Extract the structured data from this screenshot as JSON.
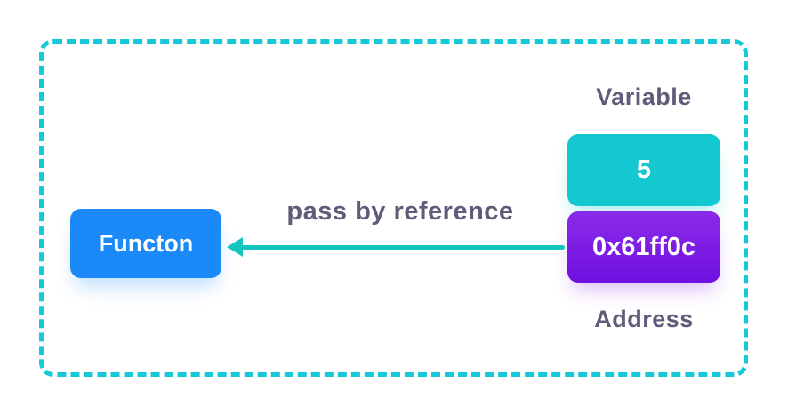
{
  "diagram": {
    "variable_label": "Variable",
    "value_text": "5",
    "address_value": "0x61ff0c",
    "address_label": "Address",
    "function_label": "Functon",
    "arrow_label": "pass by reference"
  },
  "colors": {
    "background": "#ffffff",
    "frame_border": "#15c9d8",
    "value_box": "#14c8d2",
    "address_box_top": "#8a2be8",
    "address_box_bottom": "#7010e0",
    "function_box": "#1b89f7",
    "label_text": "#5e5c78",
    "arrow": "#14c4c0",
    "box_text": "#ffffff"
  }
}
